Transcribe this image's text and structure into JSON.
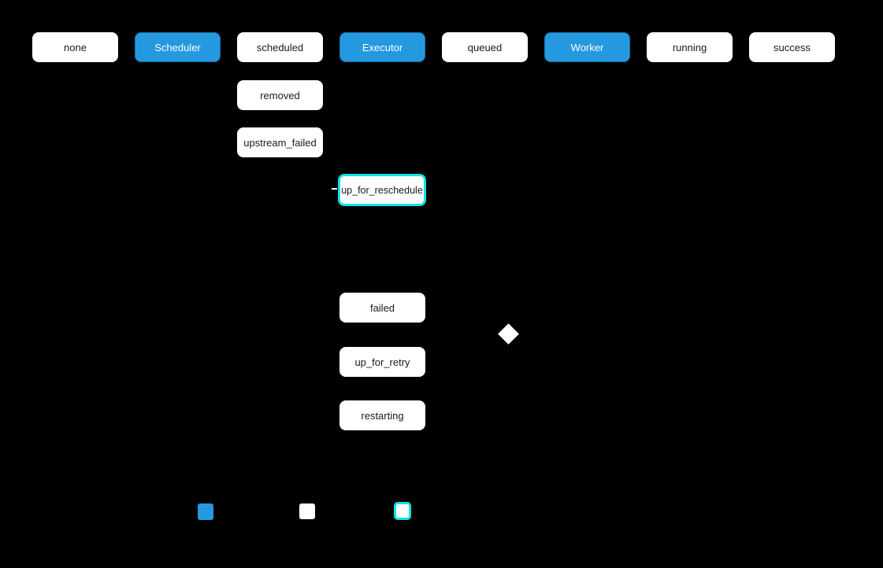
{
  "colors": {
    "background": "#000000",
    "component_blue": "#2499e0",
    "state_white": "#ffffff",
    "highlight_cyan": "#0ee3e8",
    "text_dark": "#1a1a1a",
    "text_light": "#ffffff",
    "diamond_fill": "#ffffff"
  },
  "nodes": [
    {
      "id": "none",
      "label": "none",
      "kind": "state"
    },
    {
      "id": "scheduler",
      "label": "Scheduler",
      "kind": "component"
    },
    {
      "id": "scheduled",
      "label": "scheduled",
      "kind": "state"
    },
    {
      "id": "executor",
      "label": "Executor",
      "kind": "component"
    },
    {
      "id": "queued",
      "label": "queued",
      "kind": "state"
    },
    {
      "id": "worker",
      "label": "Worker",
      "kind": "component"
    },
    {
      "id": "running",
      "label": "running",
      "kind": "state"
    },
    {
      "id": "success",
      "label": "success",
      "kind": "state"
    },
    {
      "id": "removed",
      "label": "removed",
      "kind": "state"
    },
    {
      "id": "upstream_failed",
      "label": "upstream_failed",
      "kind": "state"
    },
    {
      "id": "up_for_reschedule",
      "label": "up_for_reschedule",
      "kind": "state-highlighted"
    },
    {
      "id": "failed",
      "label": "failed",
      "kind": "state"
    },
    {
      "id": "up_for_retry",
      "label": "up_for_retry",
      "kind": "state"
    },
    {
      "id": "restarting",
      "label": "restarting",
      "kind": "state"
    }
  ],
  "diamond": {
    "shape": "decision-diamond"
  },
  "legend": [
    {
      "swatch": "component-blue"
    },
    {
      "swatch": "state-white"
    },
    {
      "swatch": "highlighted-cyan-outline"
    }
  ]
}
